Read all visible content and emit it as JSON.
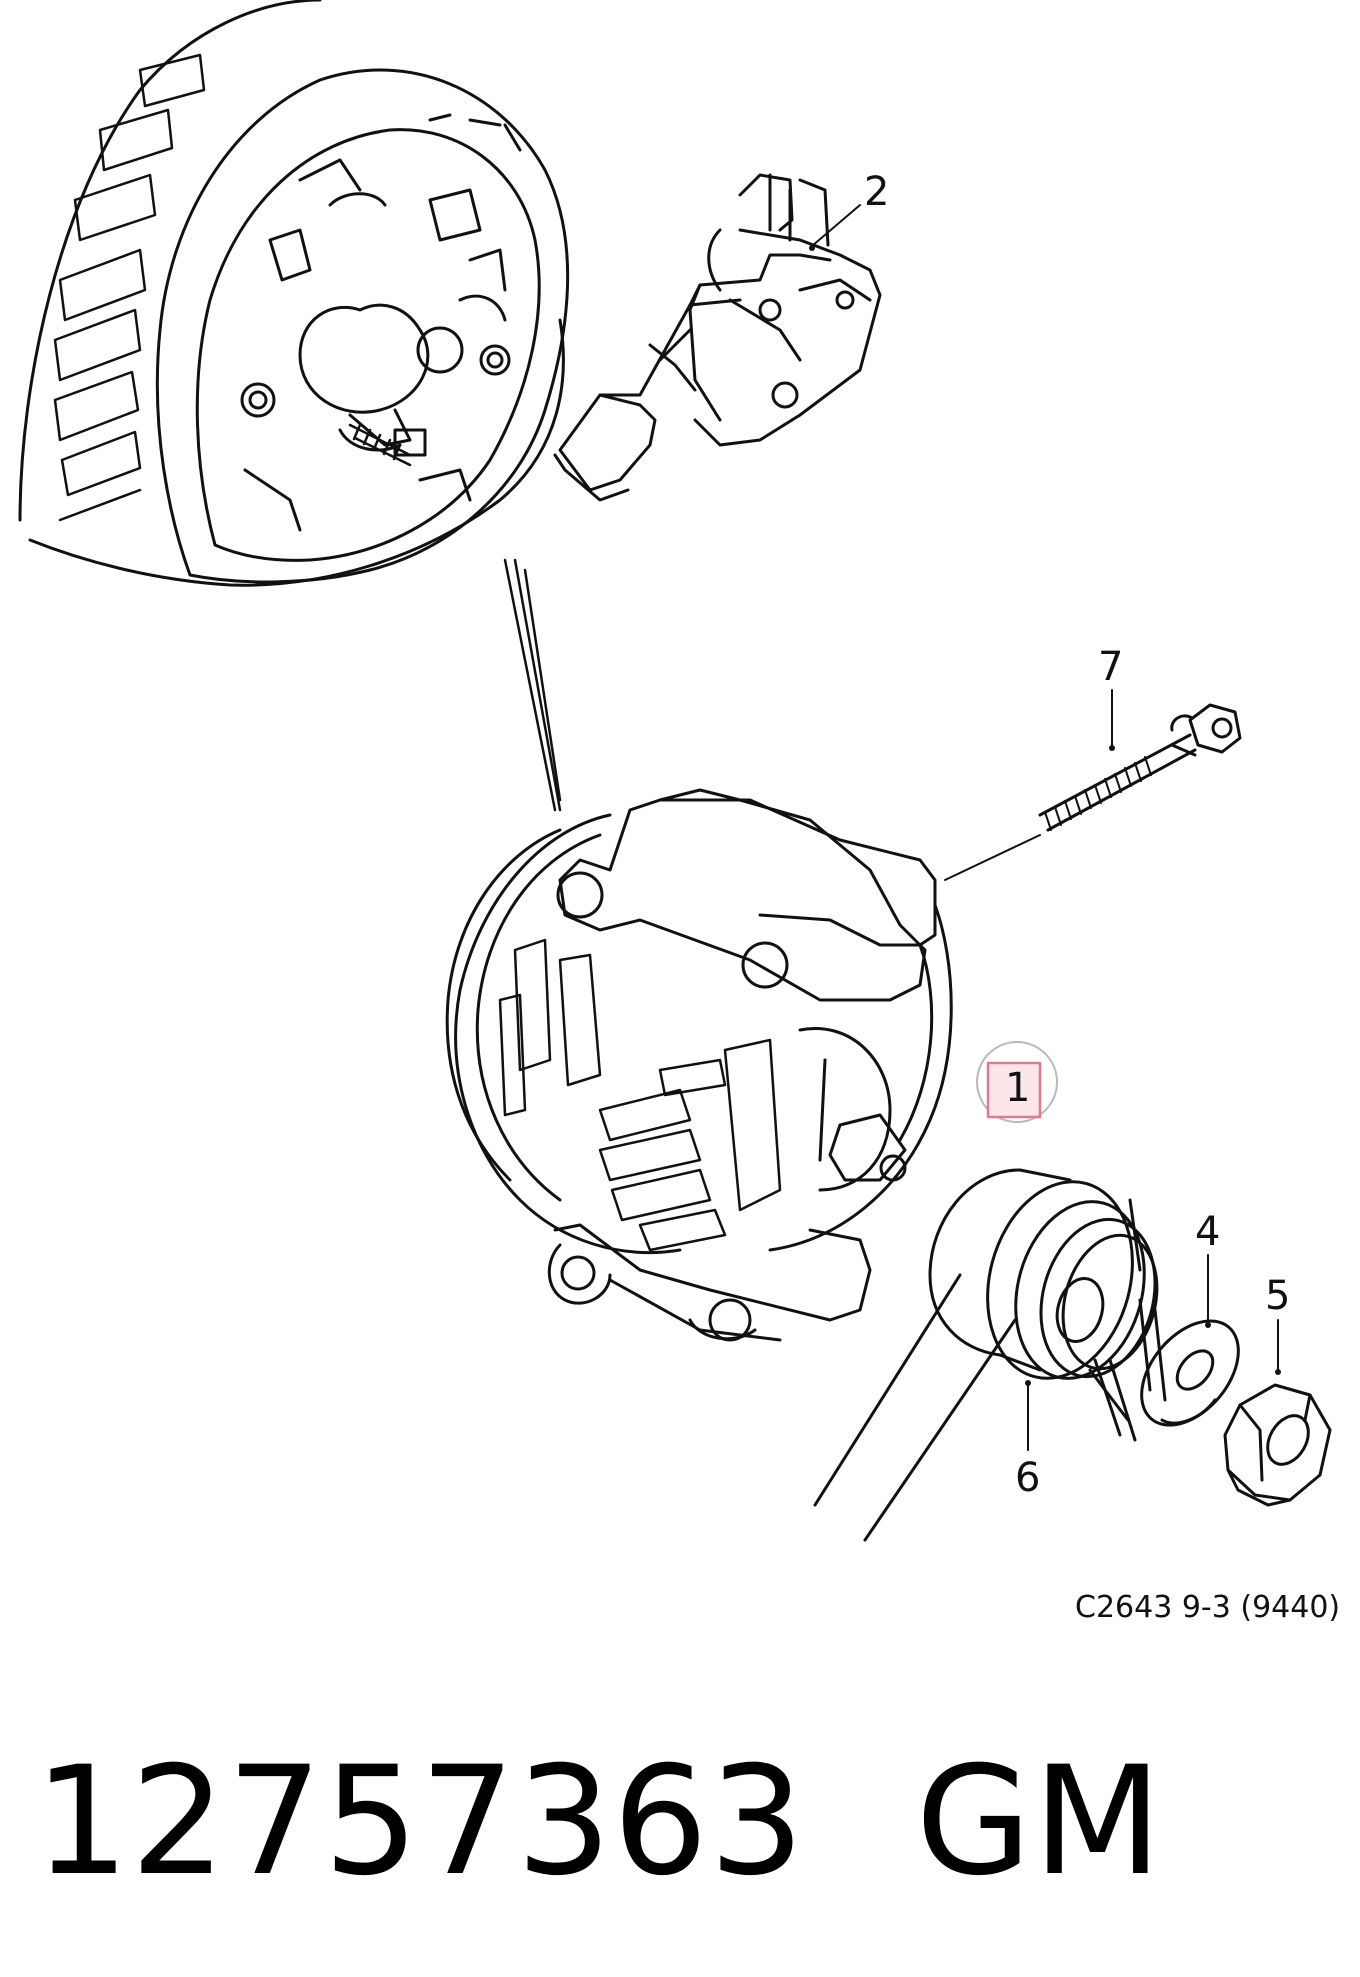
{
  "diagram": {
    "callouts": {
      "c1": "1",
      "c2": "2",
      "c4": "4",
      "c5": "5",
      "c6": "6",
      "c7": "7"
    },
    "reference_code": "C2643 9-3 (9440)",
    "highlight_color": "#e07a8a"
  },
  "footer": {
    "part_number": "12757363",
    "brand": "GM"
  }
}
